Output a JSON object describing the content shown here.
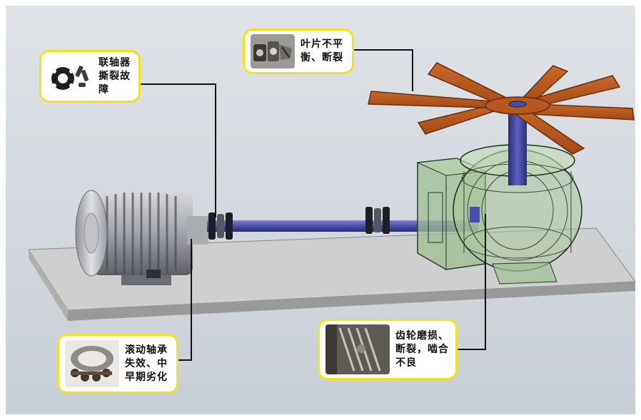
{
  "callouts": {
    "blade": {
      "label": "叶片不平\n衡、断裂",
      "thumb_icon": "broken-blade-photo-icon"
    },
    "coupling": {
      "label": "联轴器\n撕裂故\n障",
      "thumb_icon": "coupling-parts-photo-icon"
    },
    "bearing": {
      "label": "滚动轴承\n失效、中\n早期劣化",
      "thumb_icon": "bearing-photo-icon"
    },
    "gear": {
      "label": "齿轮磨损、\n断裂，啮合\n不良",
      "thumb_icon": "worn-gear-photo-icon"
    }
  },
  "colors": {
    "background": "#d4d9df",
    "base_plate": "#c9c9c9",
    "shaft": "#4b4fa8",
    "blade": "#b4561e",
    "gearbox": "#9fbf94",
    "callout_border": "#f2e41c"
  }
}
